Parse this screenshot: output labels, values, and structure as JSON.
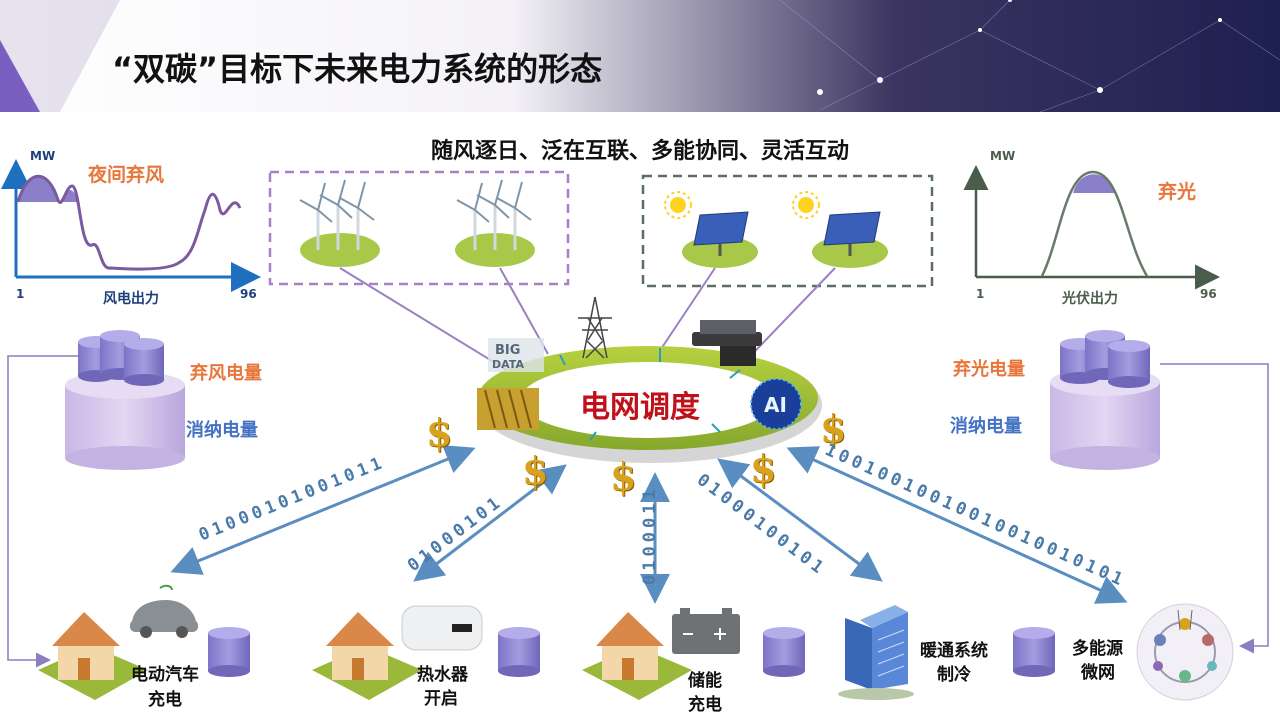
{
  "header": {
    "title": "“双碳”目标下未来电力系统的形态"
  },
  "subtitle": "随风逐日、泛在互联、多能协同、灵活互动",
  "wind_chart": {
    "unit": "MW",
    "annotation": "夜间弃风",
    "xlabel": "风电出力",
    "x_start": "1",
    "x_end": "96"
  },
  "solar_chart": {
    "unit": "MW",
    "annotation": "弃光",
    "xlabel": "光伏出力",
    "x_start": "1",
    "x_end": "96"
  },
  "left_storage": {
    "curtailed": "弃风电量",
    "consumed": "消纳电量"
  },
  "right_storage": {
    "curtailed": "弃光电量",
    "consumed": "消纳电量"
  },
  "center": {
    "label": "电网调度",
    "ai": "AI",
    "big_data": "BIG DATA"
  },
  "binary": {
    "b1": "01000101001011",
    "b2": "01000101",
    "b3": "0100011",
    "b4": "01000100101",
    "b5": "10010010010010010010101"
  },
  "currency_symbol": "$",
  "loads": [
    {
      "line1": "电动汽车",
      "line2": "充电"
    },
    {
      "line1": "热水器",
      "line2": "开启"
    },
    {
      "line1": "储能",
      "line2": "充电"
    },
    {
      "line1": "暖通系统",
      "line2": "制冷"
    },
    {
      "line1": "多能源",
      "line2": "微网"
    }
  ],
  "colors": {
    "accent_orange": "#e8763a",
    "accent_blue": "#4472c4",
    "grid_red": "#c0101a",
    "dollar_gold": "#d9a21e",
    "cylinder_purple": "#9b8fd6"
  }
}
